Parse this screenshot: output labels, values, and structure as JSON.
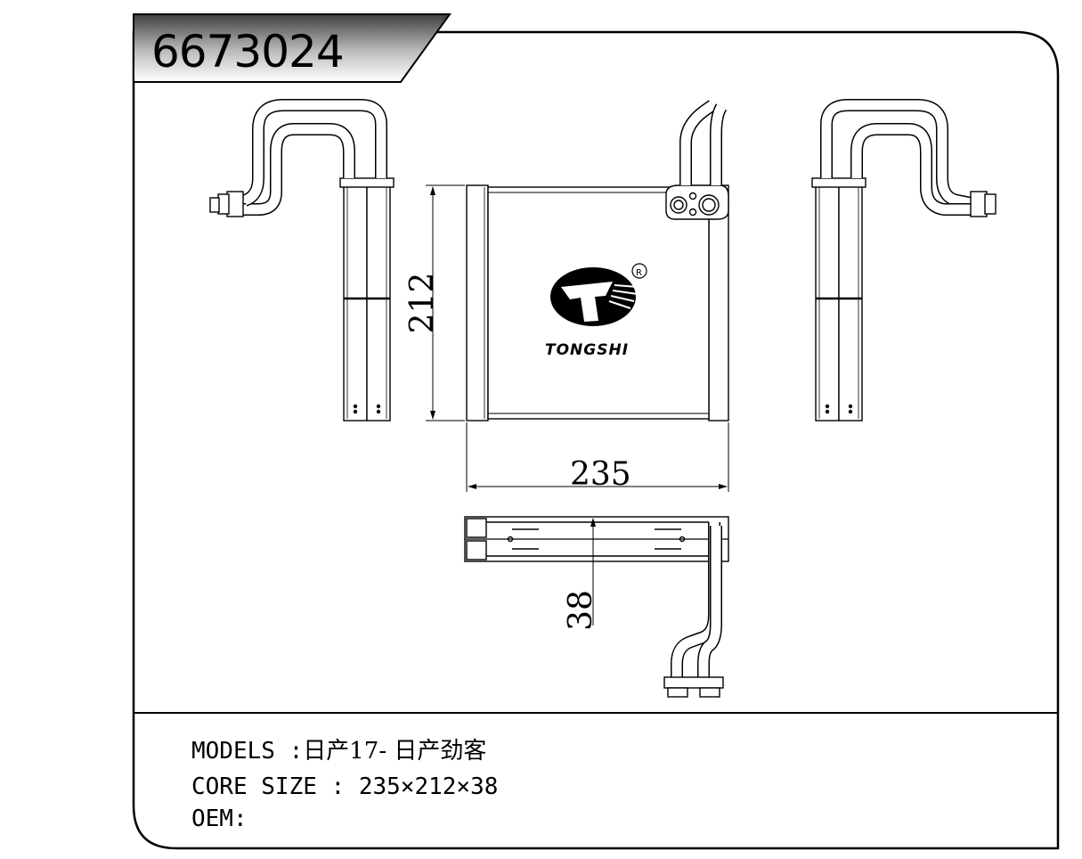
{
  "part_number": "6673024",
  "brand": {
    "name": "TONGSHI",
    "registered_mark": "R",
    "logo": "tongshi-logo"
  },
  "dimensions": {
    "width": "235",
    "height": "212",
    "depth": "38"
  },
  "specs": {
    "models_label": "MODELS :",
    "models_value": "日产17- 日产劲客",
    "core_size_label": "CORE SIZE : ",
    "core_size_value": "235×212×38",
    "oem_label": "OEM:",
    "oem_value": ""
  },
  "colors": {
    "line": "#000000",
    "title_gradient_dark": "#4a4a4a",
    "title_gradient_light": "#ffffff"
  }
}
